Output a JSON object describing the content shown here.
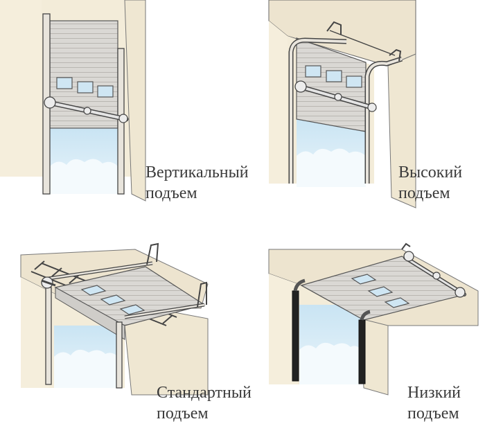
{
  "panels": [
    {
      "id": "vertical",
      "line1": "Вертикальный",
      "line2": "подъем"
    },
    {
      "id": "high",
      "line1": "Высокий",
      "line2": "подъем"
    },
    {
      "id": "standard",
      "line1": "Стандартный",
      "line2": "подъем"
    },
    {
      "id": "low",
      "line1": "Низкий",
      "line2": "подъем"
    }
  ],
  "colors": {
    "wall": "#f3ecd9",
    "ceiling": "#ede4cf",
    "panel": "#d9d7d3",
    "panel_line": "#b7b4af",
    "sky": "#d8ecf6",
    "outline": "#3c3c3c",
    "rail": "#9aa0a8",
    "dark_rail": "#222222"
  }
}
